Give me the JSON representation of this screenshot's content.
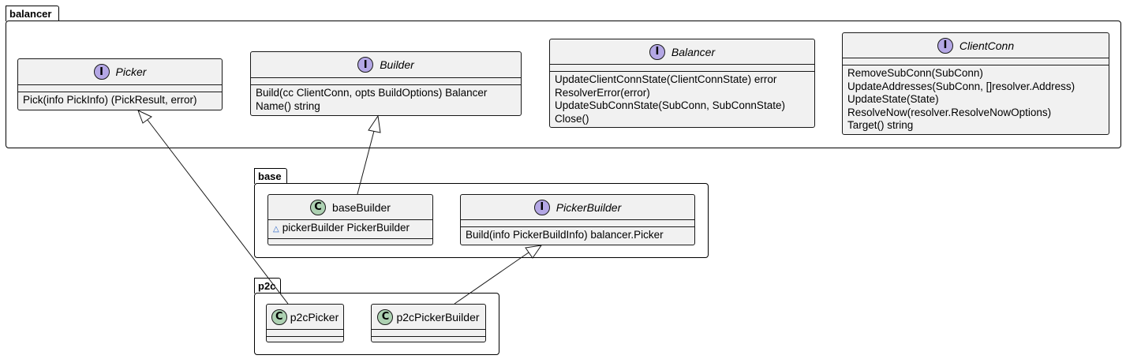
{
  "packages": {
    "balancer": "balancer",
    "base": "base",
    "p2c": "p2c"
  },
  "stereotype": {
    "interface": "I",
    "class": "C"
  },
  "classes": {
    "picker": {
      "name": "Picker",
      "members": [
        "Pick(info PickInfo) (PickResult, error)"
      ]
    },
    "builder": {
      "name": "Builder",
      "members": [
        "Build(cc ClientConn, opts BuildOptions) Balancer",
        "Name() string"
      ]
    },
    "balancer": {
      "name": "Balancer",
      "members": [
        "UpdateClientConnState(ClientConnState) error",
        "ResolverError(error)",
        "UpdateSubConnState(SubConn, SubConnState)",
        "Close()"
      ]
    },
    "clientconn": {
      "name": "ClientConn",
      "members": [
        "RemoveSubConn(SubConn)",
        "UpdateAddresses(SubConn, []resolver.Address)",
        "UpdateState(State)",
        "ResolveNow(resolver.ResolveNowOptions)",
        "Target() string"
      ]
    },
    "basebuilder": {
      "name": "baseBuilder",
      "fields": [
        "pickerBuilder PickerBuilder"
      ]
    },
    "pickerbuilder": {
      "name": "PickerBuilder",
      "members": [
        "Build(info PickerBuildInfo) balancer.Picker"
      ]
    },
    "p2cpicker": {
      "name": "p2cPicker"
    },
    "p2cpickerbuilder": {
      "name": "p2cPickerBuilder"
    }
  },
  "relations": [
    {
      "from": "baseBuilder",
      "to": "Builder",
      "type": "implements"
    },
    {
      "from": "p2cPicker",
      "to": "Picker",
      "type": "implements"
    },
    {
      "from": "p2cPickerBuilder",
      "to": "PickerBuilder",
      "type": "implements"
    }
  ]
}
